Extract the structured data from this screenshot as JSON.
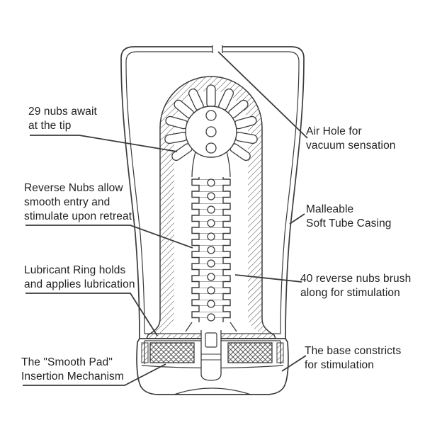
{
  "diagram": {
    "background": "#ffffff",
    "line_color": "#3b3b3b",
    "hatch_color": "#555555",
    "text_color": "#222222"
  },
  "labels": {
    "nubs_tip": {
      "text": "29 nubs await\nat the tip"
    },
    "air_hole": {
      "text": "Air Hole for\nvacuum sensation"
    },
    "reverse_nubs": {
      "text": "Reverse Nubs allow\nsmooth entry and\nstimulate upon retreat"
    },
    "casing": {
      "text": "Malleable\nSoft Tube Casing"
    },
    "lubricant_ring": {
      "text": "Lubricant Ring holds\nand applies lubrication"
    },
    "forty_nubs": {
      "text": "40 reverse nubs brush\nalong for stimulation"
    },
    "smooth_pad": {
      "text": "The \"Smooth Pad\"\nInsertion Mechanism"
    },
    "base_constricts": {
      "text": "The base constricts\nfor stimulation"
    }
  }
}
